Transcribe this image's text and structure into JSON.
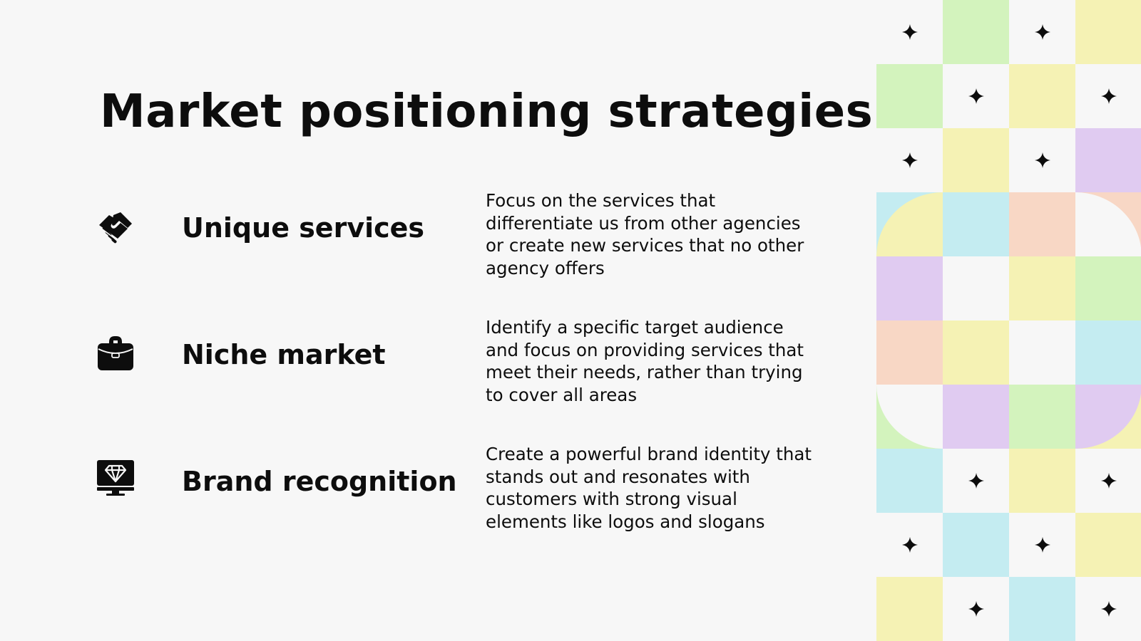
{
  "slide": {
    "title": "Market positioning strategies",
    "items": [
      {
        "icon": "handshake-icon",
        "label": "Unique services",
        "description": "Focus on the services that differentiate us from other agencies or create new services that no other agency offers"
      },
      {
        "icon": "briefcase-icon",
        "label": "Niche market",
        "description": "Identify a specific target audience and focus on providing services that meet their needs, rather than trying to cover all areas"
      },
      {
        "icon": "monitor-diamond-icon",
        "label": "Brand recognition",
        "description": "Create a powerful brand identity that stands out and resonates with customers with strong visual elements like logos and slogans"
      }
    ]
  },
  "colors": {
    "background": "#f7f7f7",
    "text": "#0d0d0d",
    "green": "#d3f3bd",
    "yellow": "#f5f2b4",
    "purple": "#e0cbf1",
    "cyan": "#c4ecf1",
    "orange": "#f8d7c5"
  },
  "pattern": {
    "rows": [
      [
        "W*",
        "G",
        "W*",
        "Y"
      ],
      [
        "G",
        "W*",
        "Y",
        "W*"
      ],
      [
        "W*",
        "Y",
        "W*",
        "P"
      ],
      [
        "C",
        "C",
        "O",
        "O"
      ],
      [
        "P",
        "W",
        "Y",
        "G"
      ],
      [
        "O",
        "Y",
        "W",
        "C"
      ],
      [
        "G",
        "P",
        "G",
        "Y"
      ],
      [
        "C",
        "W*",
        "Y",
        "W*"
      ],
      [
        "W*",
        "C",
        "W*",
        "Y"
      ],
      [
        "Y",
        "W*",
        "C",
        "W*"
      ]
    ]
  }
}
